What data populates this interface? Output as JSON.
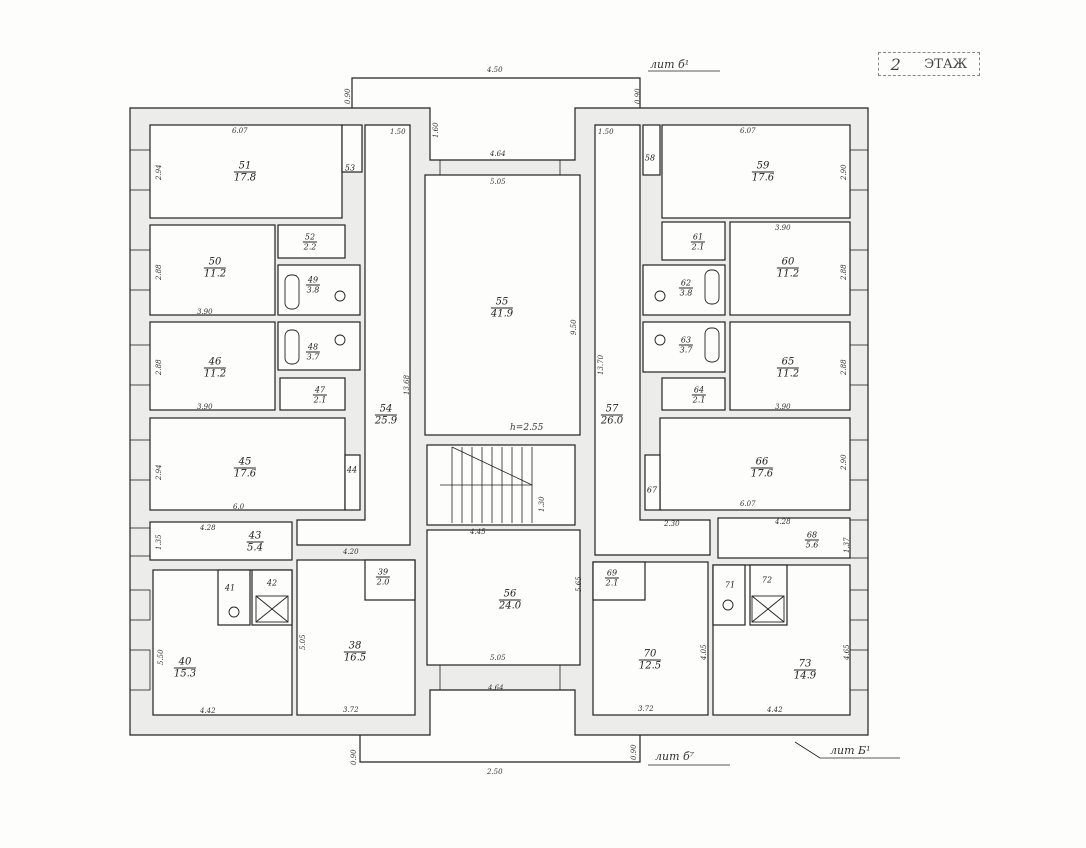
{
  "title": {
    "floor_number": "2",
    "floor_label": "ЭТАЖ"
  },
  "litera": {
    "top": "лит б¹",
    "bottom": "лит б⁷",
    "bottom_right": "лит Б¹"
  },
  "height_note": "h=2.55",
  "rooms": [
    {
      "number": "51",
      "area": "17.8"
    },
    {
      "number": "53",
      "area": ""
    },
    {
      "number": "50",
      "area": "11.2"
    },
    {
      "number": "52",
      "area": "2.2"
    },
    {
      "number": "49",
      "area": "3.8"
    },
    {
      "number": "48",
      "area": "3.7"
    },
    {
      "number": "47",
      "area": "2.1"
    },
    {
      "number": "46",
      "area": "11.2"
    },
    {
      "number": "45",
      "area": "17.6"
    },
    {
      "number": "44",
      "area": ""
    },
    {
      "number": "43",
      "area": "5.4"
    },
    {
      "number": "40",
      "area": "15.3"
    },
    {
      "number": "41",
      "area": ""
    },
    {
      "number": "42",
      "area": ""
    },
    {
      "number": "38",
      "area": "16.5"
    },
    {
      "number": "39",
      "area": "2.0"
    },
    {
      "number": "54",
      "area": "25.9"
    },
    {
      "number": "55",
      "area": "41.9"
    },
    {
      "number": "56",
      "area": "24.0"
    },
    {
      "number": "57",
      "area": "26.0"
    },
    {
      "number": "59",
      "area": "17.6"
    },
    {
      "number": "58",
      "area": ""
    },
    {
      "number": "61",
      "area": "2.1"
    },
    {
      "number": "60",
      "area": "11.2"
    },
    {
      "number": "62",
      "area": "3.8"
    },
    {
      "number": "63",
      "area": "3.7"
    },
    {
      "number": "64",
      "area": "2.1"
    },
    {
      "number": "65",
      "area": "11.2"
    },
    {
      "number": "66",
      "area": "17.6"
    },
    {
      "number": "67",
      "area": ""
    },
    {
      "number": "68",
      "area": "5.6"
    },
    {
      "number": "69",
      "area": "2.1"
    },
    {
      "number": "70",
      "area": "12.5"
    },
    {
      "number": "71",
      "area": ""
    },
    {
      "number": "72",
      "area": ""
    },
    {
      "number": "73",
      "area": "14.9"
    }
  ],
  "dimensions": {
    "top_overall": "4.50",
    "top_left_offset": "0.90",
    "top_right_offset": "0.90",
    "left_stair_width": "1.50",
    "right_stair_width": "1.50",
    "recess_depth": "1.60",
    "top_window": "4.64",
    "hall_top": "5.05",
    "hall_side": "9.50",
    "corridor_left": "13.68",
    "corridor_right": "13.70",
    "r51_w": "6.07",
    "r51_h": "2.94",
    "r50_w": "3.90",
    "r50_h": "2.88",
    "r46_w": "3.90",
    "r46_h": "2.88",
    "r45_w": "6.0",
    "r45_h": "2.94",
    "r43_w": "4.28",
    "r43_h": "1.35",
    "corr_w": "4.20",
    "r40_w": "4.42",
    "r40_h": "5.50",
    "r38_w": "3.72",
    "r38_h": "5.05",
    "stair_w": "4.45",
    "stair_h": "1.30",
    "lobby_h": "5.65",
    "bottom_window": "4.64",
    "lobby_w": "5.05",
    "r59_w": "6.07",
    "r59_h": "2.90",
    "r60_w": "3.90",
    "r60_h": "2.88",
    "r65_w": "3.90",
    "r65_h": "2.88",
    "r66_w": "6.07",
    "r66_h": "2.90",
    "r68_w": "4.28",
    "r68_h": "1.37",
    "corr_r_w": "2.30",
    "r70_w": "3.72",
    "r70_h": "4.05",
    "r73_w": "4.42",
    "r73_h": "4.65",
    "bottom_overall": "2.50",
    "bottom_left_offset": "0.90",
    "bottom_right_offset": "0.90"
  }
}
